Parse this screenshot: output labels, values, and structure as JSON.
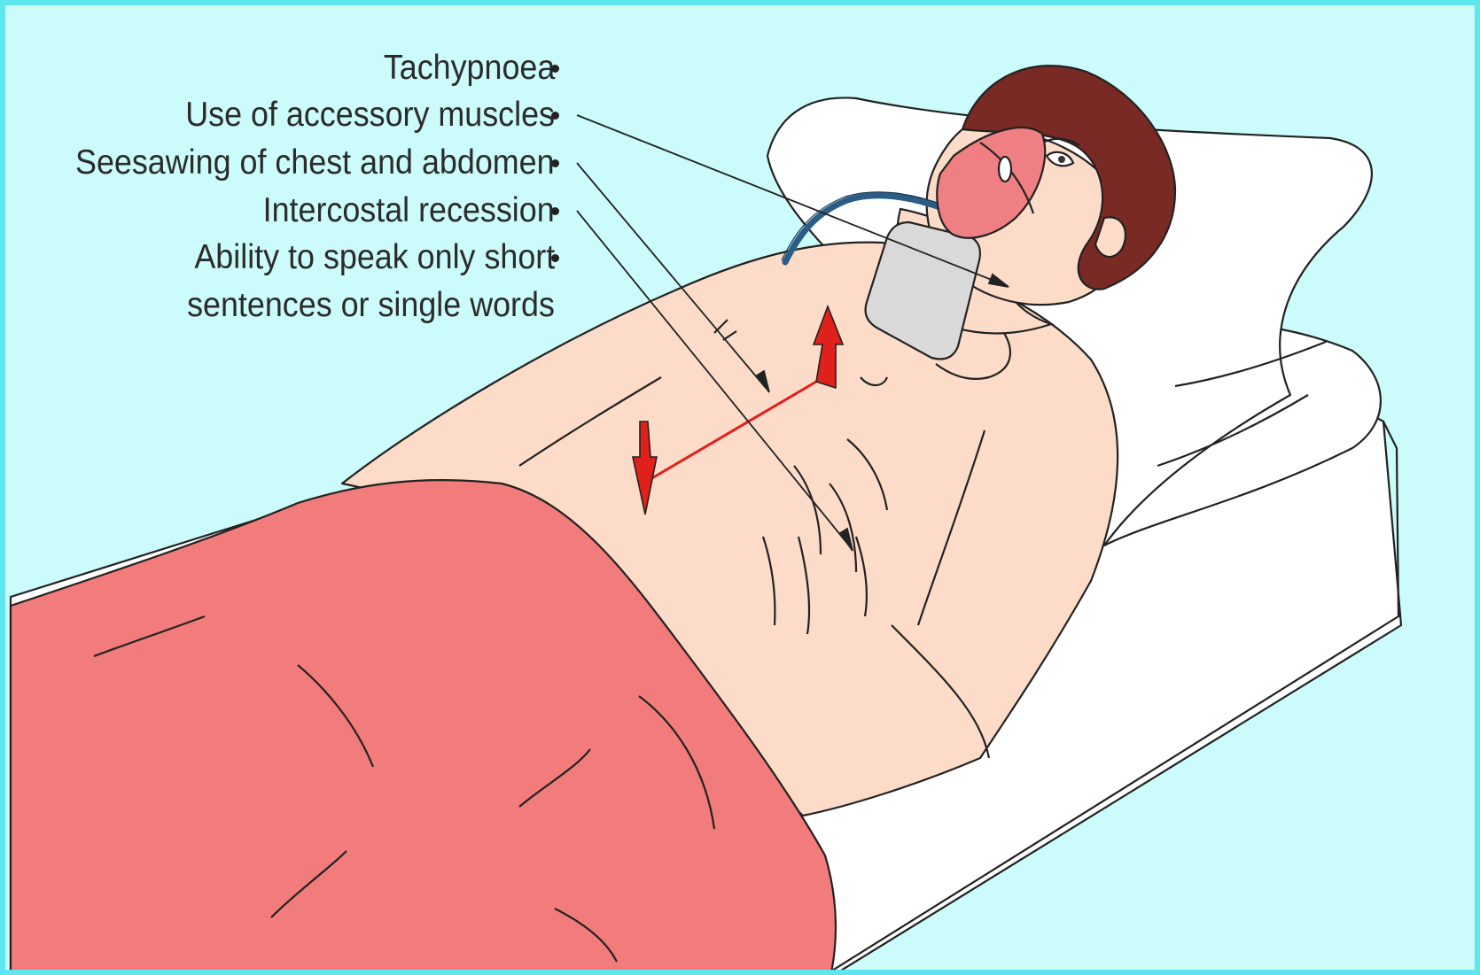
{
  "labels": {
    "tachypnoea": "Tachypnoea",
    "accessory_muscles": "Use of accessory muscles",
    "seesawing": "Seesawing of chest and abdomen",
    "intercostal": "Intercostal recession",
    "speech_line1": "Ability to speak only short",
    "speech_line2": "sentences or single words"
  },
  "colors": {
    "background": "#ccfbfb",
    "border": "#5ee6ee",
    "skin": "#fcdcc8",
    "hair": "#7a2a24",
    "blanket": "#f27c7b",
    "mask": "#ef7f82",
    "reservoir_bag": "#d9d9d9",
    "movement_arrow": "#e0201b"
  }
}
